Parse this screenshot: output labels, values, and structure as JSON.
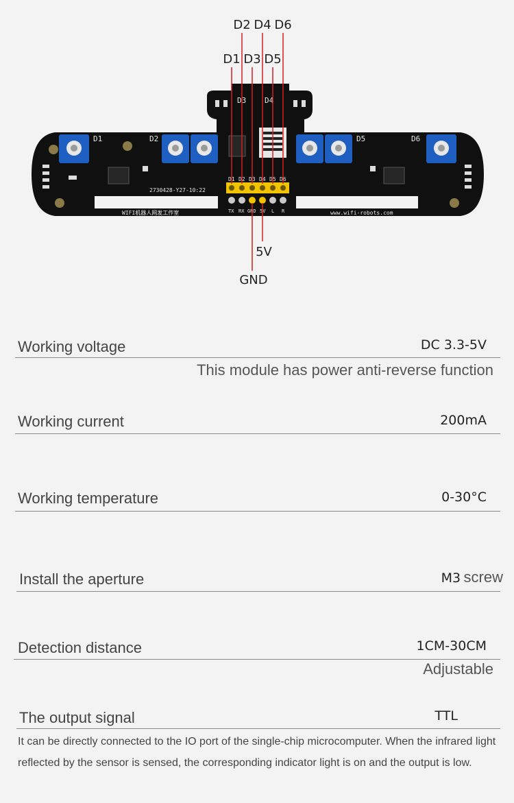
{
  "diagram": {
    "pins_top_row": [
      "D2",
      "D4",
      "D6"
    ],
    "pins_second_row": [
      "D1",
      "D3",
      "D5"
    ],
    "pins_bottom": [
      "5V",
      "GND"
    ],
    "board_marks": {
      "sensors": [
        "D1",
        "D2",
        "D3",
        "D4",
        "D5",
        "D6"
      ],
      "header_top": [
        "D1",
        "D2",
        "D3",
        "D4",
        "D5",
        "D6"
      ],
      "header_bottom": [
        "TX",
        "RX",
        "GND",
        "5V",
        "L",
        "R"
      ],
      "board_code": "2730428-Y27-10:22",
      "url": "www.wifi-robots.com",
      "maker": "WIFI机器人网发工作室"
    }
  },
  "specs": {
    "voltage": {
      "label": "Working voltage",
      "value": "DC 3.3-5V",
      "note": "This module has power anti-reverse function"
    },
    "current": {
      "label": "Working current",
      "value": "200mA"
    },
    "temperature": {
      "label": "Working temperature",
      "value": "0-30°C"
    },
    "aperture": {
      "label": "Install the aperture",
      "value_main": "M3",
      "value_extra": "screw"
    },
    "distance": {
      "label": "Detection distance",
      "value": "1CM-30CM",
      "note": "Adjustable"
    },
    "output": {
      "label": "The output signal",
      "value": "TTL"
    }
  },
  "description": "It can be directly connected to the IO port of the single-chip microcomputer. When the infrared light reflected by the sensor is sensed, the corresponding indicator light is on and the output is low.",
  "colors": {
    "board": "#101010",
    "pot": "#1f5fc2",
    "pin": "#f2c400",
    "wire": "#d22020",
    "rule": "#8a8a8a"
  }
}
